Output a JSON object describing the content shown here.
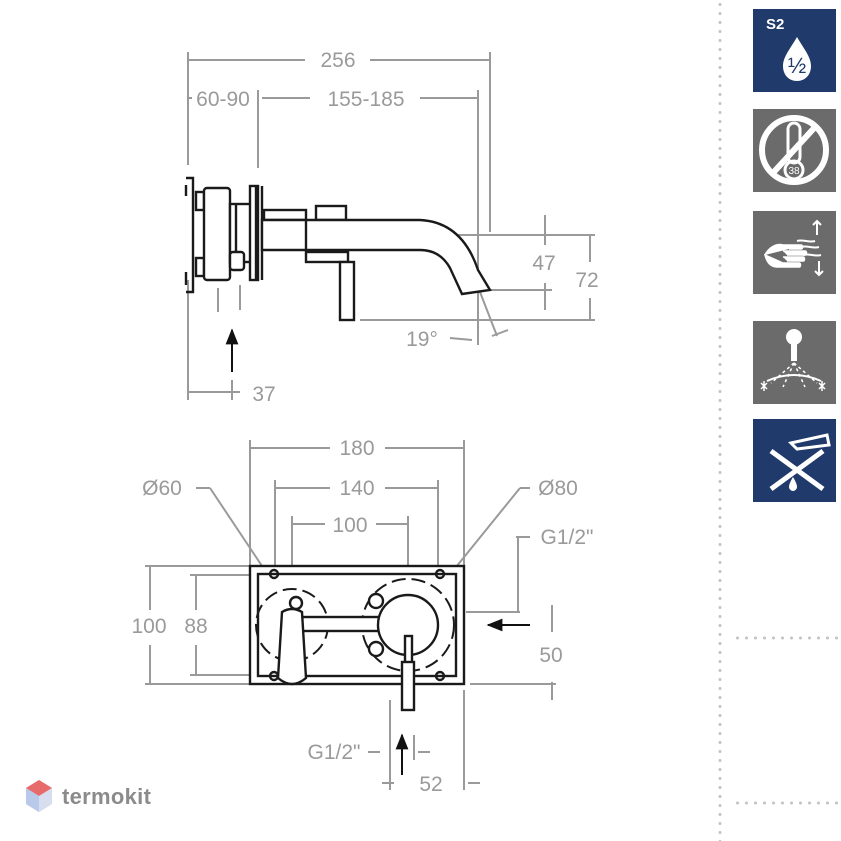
{
  "top_view": {
    "dim_overall": "256",
    "dim_wall_depth": "60-90",
    "dim_spout": "155-185",
    "dim_inlet_offset": "37",
    "dim_spout_height": "47",
    "dim_spout_total_height": "72",
    "angle": "19°"
  },
  "front_view": {
    "dim_plate_width": "180",
    "dim_mid": "140",
    "dim_centers": "100",
    "dia_left": "Ø60",
    "dia_right": "Ø80",
    "thread_right": "G1/2\"",
    "thread_bottom": "G1/2\"",
    "dim_height": "100",
    "dim_inner_height": "88",
    "dim_right_offset": "50",
    "dim_bottom_offset": "52"
  },
  "features": [
    {
      "icon": "water-saving-s2-icon",
      "badge": "S2",
      "fraction": "½",
      "bg": "#1f3a6b"
    },
    {
      "icon": "no-thermostat-38-icon",
      "text": "38",
      "bg": "#6b6b6b"
    },
    {
      "icon": "hand-water-flow-icon",
      "bg": "#6b6b6b"
    },
    {
      "icon": "spray-hot-cold-icon",
      "bg": "#6b6b6b"
    },
    {
      "icon": "no-bidet-spout-icon",
      "bg": "#1f3a6b"
    }
  ],
  "brand": {
    "name": "termokit",
    "color": "#8b8b8b",
    "accent": "#e86b6b"
  }
}
